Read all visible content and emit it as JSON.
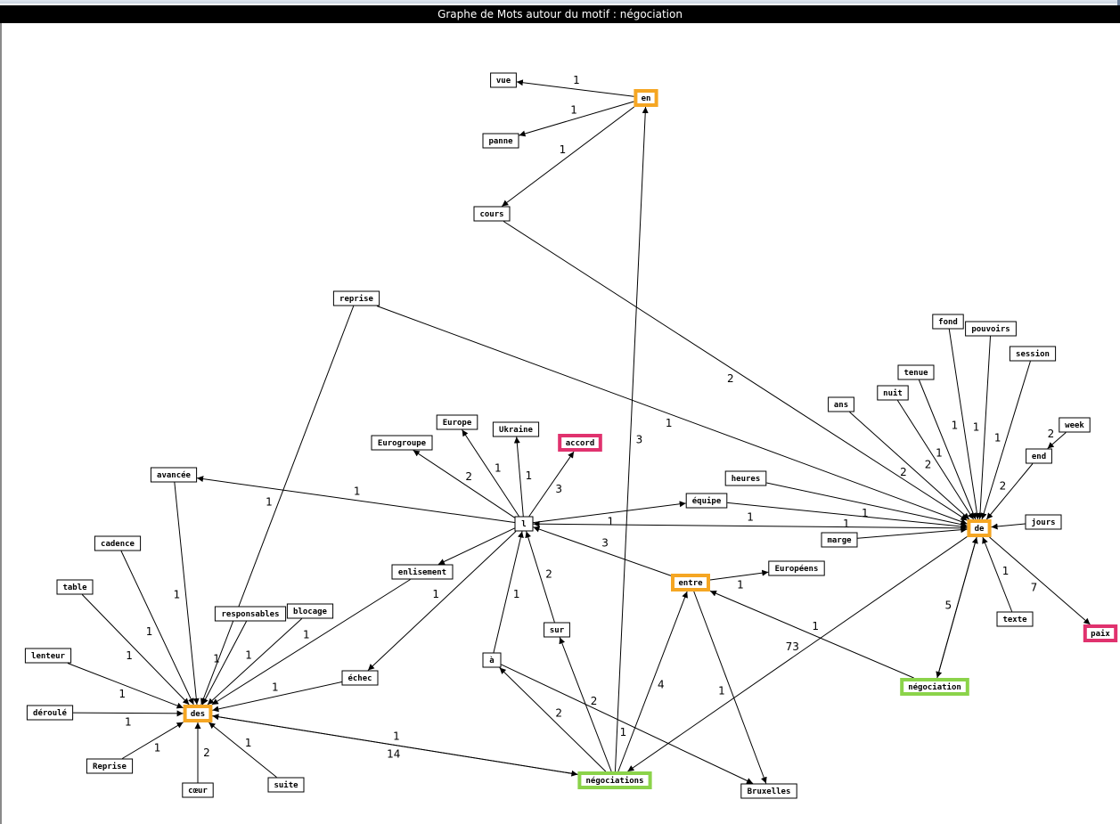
{
  "window": {
    "title": "Graphe de Mots autour du motif : négociation"
  },
  "colors": {
    "background": "#ffffff",
    "titlebar": "#000000",
    "hub": "#f5a623",
    "motif": "#8bd34a",
    "target": "#e0326e",
    "default": "#000000"
  },
  "nodes": [
    {
      "id": "en",
      "label": "en",
      "kind": "hub"
    },
    {
      "id": "vue",
      "label": "vue",
      "kind": "default"
    },
    {
      "id": "panne",
      "label": "panne",
      "kind": "default"
    },
    {
      "id": "cours",
      "label": "cours",
      "kind": "default"
    },
    {
      "id": "reprise",
      "label": "reprise",
      "kind": "default"
    },
    {
      "id": "fond",
      "label": "fond",
      "kind": "default"
    },
    {
      "id": "pouvoirs",
      "label": "pouvoirs",
      "kind": "default"
    },
    {
      "id": "session",
      "label": "session",
      "kind": "default"
    },
    {
      "id": "tenue",
      "label": "tenue",
      "kind": "default"
    },
    {
      "id": "nuit",
      "label": "nuit",
      "kind": "default"
    },
    {
      "id": "ans",
      "label": "ans",
      "kind": "default"
    },
    {
      "id": "week",
      "label": "week",
      "kind": "default"
    },
    {
      "id": "end",
      "label": "end",
      "kind": "default"
    },
    {
      "id": "jours",
      "label": "jours",
      "kind": "default"
    },
    {
      "id": "de",
      "label": "de",
      "kind": "hub"
    },
    {
      "id": "heures",
      "label": "heures",
      "kind": "default"
    },
    {
      "id": "equipe",
      "label": "équipe",
      "kind": "default"
    },
    {
      "id": "marge",
      "label": "marge",
      "kind": "default"
    },
    {
      "id": "texte",
      "label": "texte",
      "kind": "default"
    },
    {
      "id": "paix",
      "label": "paix",
      "kind": "target"
    },
    {
      "id": "europe",
      "label": "Europe",
      "kind": "default"
    },
    {
      "id": "ukraine",
      "label": "Ukraine",
      "kind": "default"
    },
    {
      "id": "accord",
      "label": "accord",
      "kind": "target"
    },
    {
      "id": "eurogroupe",
      "label": "Eurogroupe",
      "kind": "default"
    },
    {
      "id": "l",
      "label": "l",
      "kind": "default"
    },
    {
      "id": "avancee",
      "label": "avancée",
      "kind": "default"
    },
    {
      "id": "enlisement",
      "label": "enlisement",
      "kind": "default"
    },
    {
      "id": "entre",
      "label": "entre",
      "kind": "hub"
    },
    {
      "id": "europeens",
      "label": "Européens",
      "kind": "default"
    },
    {
      "id": "cadence",
      "label": "cadence",
      "kind": "default"
    },
    {
      "id": "table",
      "label": "table",
      "kind": "default"
    },
    {
      "id": "responsables",
      "label": "responsables",
      "kind": "default"
    },
    {
      "id": "blocage",
      "label": "blocage",
      "kind": "default"
    },
    {
      "id": "lenteur",
      "label": "lenteur",
      "kind": "default"
    },
    {
      "id": "echec",
      "label": "échec",
      "kind": "default"
    },
    {
      "id": "sur",
      "label": "sur",
      "kind": "default"
    },
    {
      "id": "a",
      "label": "à",
      "kind": "default"
    },
    {
      "id": "deroule",
      "label": "déroulé",
      "kind": "default"
    },
    {
      "id": "des",
      "label": "des",
      "kind": "hub"
    },
    {
      "id": "negociation",
      "label": "négociation",
      "kind": "motif"
    },
    {
      "id": "Reprise",
      "label": "Reprise",
      "kind": "default"
    },
    {
      "id": "coeur",
      "label": "cœur",
      "kind": "default"
    },
    {
      "id": "suite",
      "label": "suite",
      "kind": "default"
    },
    {
      "id": "negociations",
      "label": "négociations",
      "kind": "motif"
    },
    {
      "id": "bruxelles",
      "label": "Bruxelles",
      "kind": "default"
    }
  ],
  "edges": [
    {
      "from": "en",
      "to": "vue",
      "label": "1"
    },
    {
      "from": "en",
      "to": "panne",
      "label": "1"
    },
    {
      "from": "en",
      "to": "cours",
      "label": "1"
    },
    {
      "from": "cours",
      "to": "de",
      "label": "2"
    },
    {
      "from": "reprise",
      "to": "de",
      "label": "1"
    },
    {
      "from": "reprise",
      "to": "des",
      "label": "1"
    },
    {
      "from": "fond",
      "to": "de",
      "label": "1"
    },
    {
      "from": "pouvoirs",
      "to": "de",
      "label": "1"
    },
    {
      "from": "session",
      "to": "de",
      "label": "1"
    },
    {
      "from": "tenue",
      "to": "de",
      "label": "1"
    },
    {
      "from": "nuit",
      "to": "de",
      "label": "2"
    },
    {
      "from": "ans",
      "to": "de",
      "label": "2"
    },
    {
      "from": "week",
      "to": "end",
      "label": "2"
    },
    {
      "from": "end",
      "to": "de",
      "label": "2"
    },
    {
      "from": "jours",
      "to": "de",
      "label": ""
    },
    {
      "from": "heures",
      "to": "de",
      "label": "1"
    },
    {
      "from": "equipe",
      "to": "de",
      "label": "1"
    },
    {
      "from": "marge",
      "to": "de",
      "label": ""
    },
    {
      "from": "texte",
      "to": "de",
      "label": "1"
    },
    {
      "from": "de",
      "to": "paix",
      "label": "7"
    },
    {
      "from": "de",
      "to": "l",
      "label": "1"
    },
    {
      "from": "de",
      "to": "negociation",
      "label": "5"
    },
    {
      "from": "negociation",
      "to": "de",
      "label": ""
    },
    {
      "from": "de",
      "to": "negociations",
      "label": "73"
    },
    {
      "from": "l",
      "to": "europe",
      "label": "1"
    },
    {
      "from": "l",
      "to": "ukraine",
      "label": "1"
    },
    {
      "from": "l",
      "to": "accord",
      "label": "3"
    },
    {
      "from": "l",
      "to": "eurogroupe",
      "label": "2"
    },
    {
      "from": "l",
      "to": "avancee",
      "label": "1"
    },
    {
      "from": "l",
      "to": "equipe",
      "label": "1"
    },
    {
      "from": "l",
      "to": "enlisement",
      "label": ""
    },
    {
      "from": "l",
      "to": "echec",
      "label": "1"
    },
    {
      "from": "entre",
      "to": "l",
      "label": "3"
    },
    {
      "from": "sur",
      "to": "l",
      "label": "2"
    },
    {
      "from": "a",
      "to": "l",
      "label": "1"
    },
    {
      "from": "entre",
      "to": "europeens",
      "label": "1"
    },
    {
      "from": "entre",
      "to": "bruxelles",
      "label": "1"
    },
    {
      "from": "negociation",
      "to": "entre",
      "label": "1"
    },
    {
      "from": "avancee",
      "to": "des",
      "label": "1"
    },
    {
      "from": "cadence",
      "to": "des",
      "label": "1"
    },
    {
      "from": "table",
      "to": "des",
      "label": "1"
    },
    {
      "from": "lenteur",
      "to": "des",
      "label": "1"
    },
    {
      "from": "deroule",
      "to": "des",
      "label": "1"
    },
    {
      "from": "Reprise",
      "to": "des",
      "label": "1"
    },
    {
      "from": "coeur",
      "to": "des",
      "label": "2"
    },
    {
      "from": "suite",
      "to": "des",
      "label": "1"
    },
    {
      "from": "responsables",
      "to": "des",
      "label": "1"
    },
    {
      "from": "blocage",
      "to": "des",
      "label": "1"
    },
    {
      "from": "enlisement",
      "to": "des",
      "label": "1"
    },
    {
      "from": "echec",
      "to": "des",
      "label": "1"
    },
    {
      "from": "des",
      "to": "negociations",
      "label": "14"
    },
    {
      "from": "negociations",
      "to": "des",
      "label": "1"
    },
    {
      "from": "negociations",
      "to": "en",
      "label": "3"
    },
    {
      "from": "negociations",
      "to": "sur",
      "label": "2"
    },
    {
      "from": "negociations",
      "to": "a",
      "label": "2"
    },
    {
      "from": "negociations",
      "to": "entre",
      "label": "4"
    },
    {
      "from": "a",
      "to": "bruxelles",
      "label": "1"
    }
  ]
}
